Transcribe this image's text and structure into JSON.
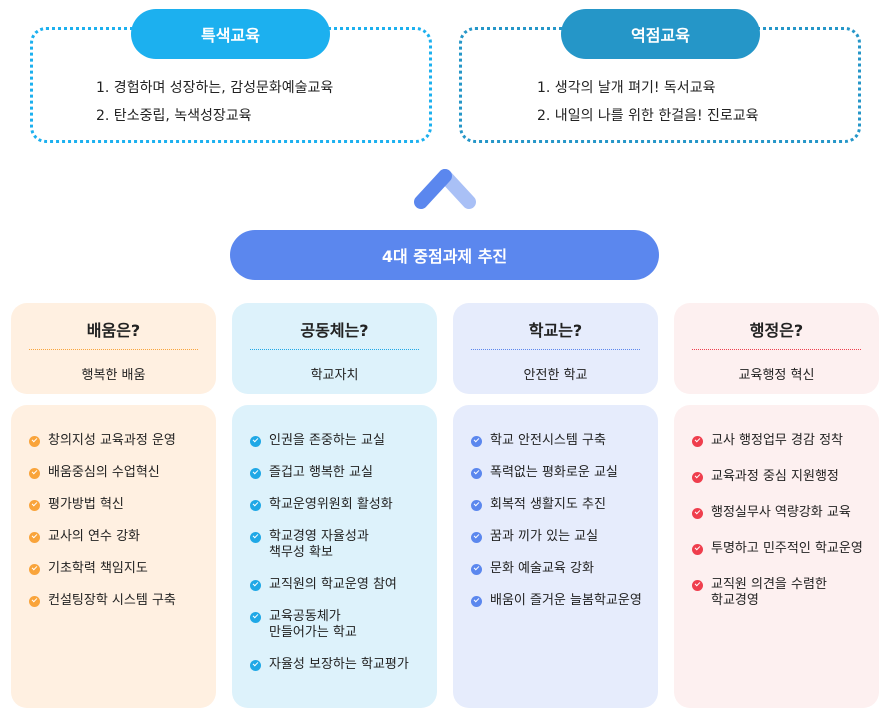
{
  "top_left": {
    "title": "특색교육",
    "color": "#1cb0ef",
    "items": [
      "1. 경험하며 성장하는, 감성문화예술교육",
      "2. 탄소중립, 녹색성장교육"
    ]
  },
  "top_right": {
    "title": "역점교육",
    "color": "#2596c8",
    "items": [
      "1. 생각의 날개 펴기! 독서교육",
      "2. 내일의 나를 위한 한걸음! 진로교육"
    ]
  },
  "arrow_icon": "chevron-up-icon",
  "main": {
    "title": "4대 중점과제 추진",
    "color": "#5b87ee"
  },
  "columns": [
    {
      "title": "배움은?",
      "subtitle": "행복한 배움",
      "bg": "#fff0e1",
      "accent": "#f9a43b",
      "items": [
        "창의지성 교육과정 운영",
        "배움중심의 수업혁신",
        "평가방법 혁신",
        "교사의 연수 강화",
        "기초학력 책임지도",
        "컨설팅장학 시스템 구축"
      ]
    },
    {
      "title": "공동체는?",
      "subtitle": "학교자치",
      "bg": "#ddf2fb",
      "accent": "#1fa8e6",
      "items": [
        "인권을 존중하는 교실",
        "즐겁고 행복한 교실",
        "학교운영위원회 활성화",
        "학교경영 자율성과\n책무성 확보",
        "교직원의 학교운영 참여",
        "교육공동체가\n만들어가는 학교",
        "자율성 보장하는 학교평가"
      ]
    },
    {
      "title": "학교는?",
      "subtitle": "안전한 학교",
      "bg": "#e6ecfc",
      "accent": "#5b87ee",
      "items": [
        "학교 안전시스템 구축",
        "폭력없는 평화로운 교실",
        "회복적 생활지도 추진",
        "꿈과 끼가 있는 교실",
        "문화 예술교육 강화",
        "배움이 즐거운 늘봄학교운영"
      ]
    },
    {
      "title": "행정은?",
      "subtitle": "교육행정 혁신",
      "bg": "#fdf0f0",
      "accent": "#ef3e4d",
      "items": [
        "교사 행정업무 경감 정착",
        "교육과정 중심 지원행정",
        "행정실무사 역량강화 교육",
        "투명하고 민주적인 학교운영",
        "교직원 의견을 수렴한\n학교경영"
      ]
    }
  ]
}
